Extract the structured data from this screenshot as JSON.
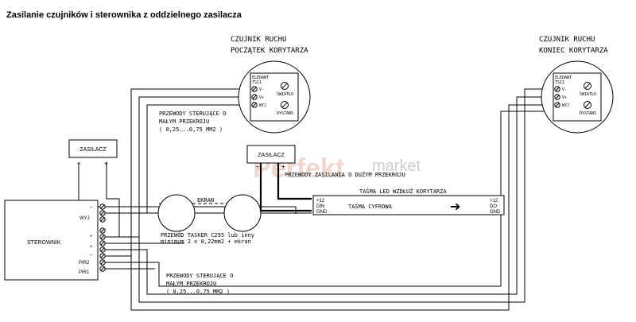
{
  "title": "Zasilanie czujników i sterownika z oddzielnego zasilacza",
  "watermark": {
    "brand": "Perfekt",
    "sub": "market"
  },
  "sensor_start": {
    "caption_1": "CZUJNIK RUCHU",
    "caption_2": "POCZĄTEK KORYTARZA",
    "model_1": "ELEDANT",
    "model_2": "TS11",
    "terminals": [
      "V-",
      "V+",
      "WYJ"
    ],
    "pot_1": "ŚWIATŁO",
    "pot_2": "DYSTANS"
  },
  "sensor_end": {
    "caption_1": "CZUJNIK RUCHU",
    "caption_2": "KONIEC KORYTARZA",
    "model_1": "ELEDANT",
    "model_2": "TS11",
    "terminals": [
      "V-",
      "V+",
      "WYJ"
    ],
    "pot_1": "ŚWIATŁO",
    "pot_2": "DYSTANS"
  },
  "psu_left": {
    "label": "ZASILACZ",
    "minus": "–",
    "plus": "+"
  },
  "psu_mid": {
    "label": "ZASILACZ",
    "minus": "–",
    "plus": "+"
  },
  "controller": {
    "label": "STEROWNIK",
    "pins": [
      "–",
      "WYJ",
      "",
      "+",
      "+",
      "–",
      "PIR2",
      "PIR1"
    ]
  },
  "strip": {
    "header": "TAŚMA LED WZDŁUŻ KORYTARZA",
    "center": "TAŚMA CYFROWA",
    "arrow": "➔",
    "left_pins": [
      "+12",
      "DIN",
      "GND"
    ],
    "right_pins": [
      "+12",
      "DO",
      "GND"
    ]
  },
  "notes": {
    "top_1": "PRZEWODY STERUJĄCE O",
    "top_2": "MAŁYM PRZEKROJU",
    "top_3": "( 0,25...0,75 MM2 )",
    "power_wires": "PRZEWODY ZASILANIA O DUŻYM PRZEKROJU",
    "shield": "EKRAN",
    "cable_1": "PRZEWÓD TASKER C295 lub inny",
    "cable_2": "minimum 2 x 0,22mm2 + ekran",
    "bottom_1": "PRZEWODY STERUJĄCE O",
    "bottom_2": "MAŁYM PRZEKROJU",
    "bottom_3": "( 0,25...0,75 MM2 )"
  }
}
